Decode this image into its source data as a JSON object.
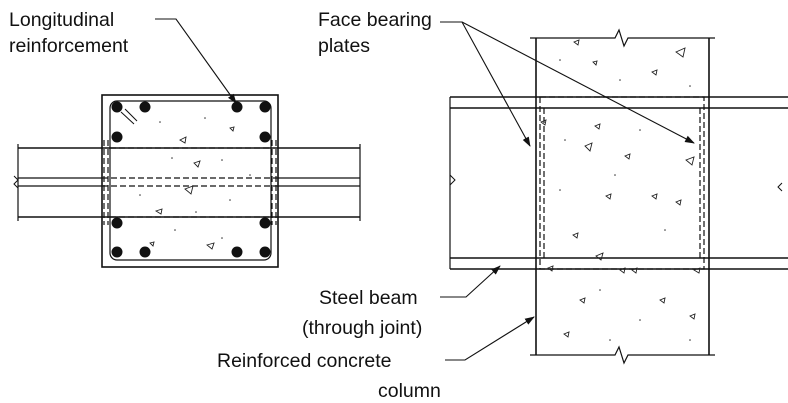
{
  "labels": {
    "longitudinal": [
      "Longitudinal",
      "reinforcement"
    ],
    "face_bearing": [
      "Face bearing",
      "plates"
    ],
    "steel_beam": [
      "Steel beam",
      "(through joint)"
    ],
    "rc_column": [
      "Reinforced concrete",
      "column"
    ]
  }
}
